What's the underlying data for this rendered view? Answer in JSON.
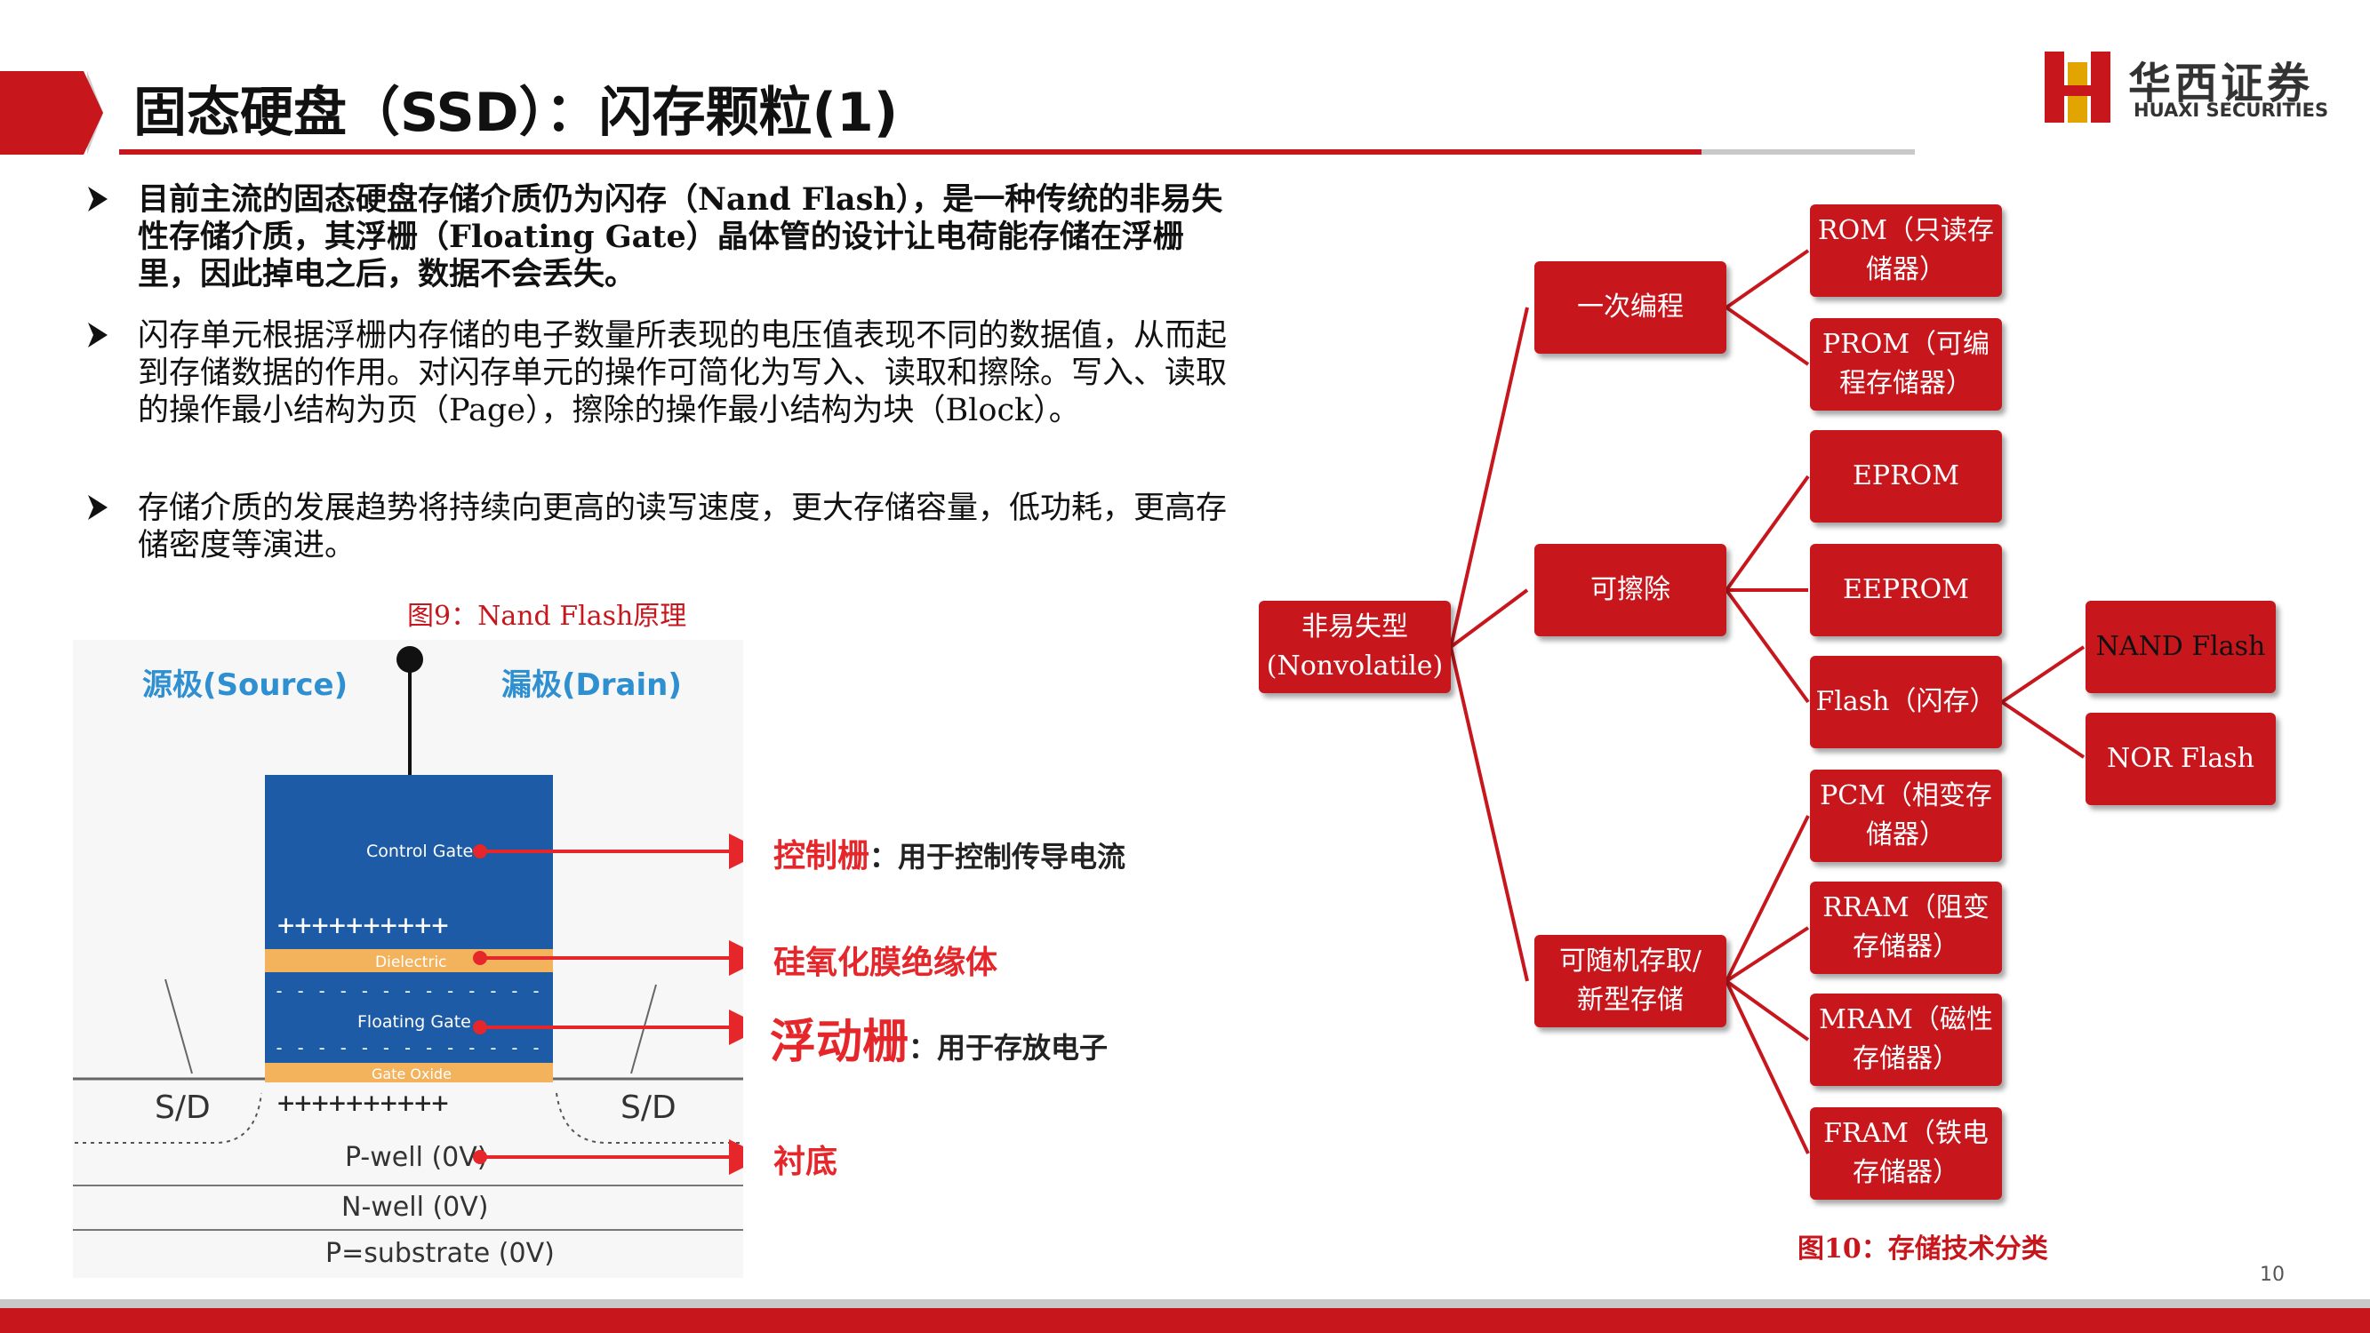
{
  "header": {
    "title": "固态硬盘（SSD）：闪存颗粒(1)",
    "logo_cn": "华西证券",
    "logo_en": "HUAXI SECURITIES"
  },
  "bullets": [
    "目前主流的固态硬盘存储介质仍为闪存（Nand Flash），是一种传统的非易失性存储介质，其浮栅（Floating Gate）晶体管的设计让电荷能存储在浮栅里，因此掉电之后，数据不会丢失。",
    "闪存单元根据浮栅内存储的电子数量所表现的电压值表现不同的数据值，从而起到存储数据的作用。对闪存单元的操作可简化为写入、读取和擦除。写入、读取的操作最小结构为页（Page），擦除的操作最小结构为块（Block）。",
    "存储介质的发展趋势将持续向更高的读写速度，更大存储容量，低功耗，更高存储密度等演进。"
  ],
  "figure9": {
    "caption": "图9：Nand Flash原理",
    "source_label": "源极(Source)",
    "drain_label": "漏极(Drain)",
    "control_gate": "Control Gate",
    "dielectric": "Dielectric",
    "floating_gate": "Floating Gate",
    "gate_oxide": "Gate Oxide",
    "plus_row_top": "++++++++++",
    "plus_row_bottom": "++++++++++",
    "sd_left": "S/D",
    "sd_right": "S/D",
    "pwell": "P-well (0V)",
    "nwell": "N-well (0V)",
    "substrate": "P=substrate (0V)",
    "ann_control": "控制栅",
    "ann_control_desc": "：用于控制传导电流",
    "ann_dielectric": "硅氧化膜绝缘体",
    "ann_floating": "浮动栅",
    "ann_floating_desc": "：用于存放电子",
    "ann_substrate": "衬底"
  },
  "figure10": {
    "caption": "图10：存储技术分类",
    "root": "非易失型\n(Nonvolatile)",
    "level1": [
      "一次编程",
      "可擦除",
      "可随机存取/\n新型存储"
    ],
    "otp": [
      "ROM（只读存\n储器）",
      "PROM（可编\n程存储器）"
    ],
    "erasable": [
      "EPROM",
      "EEPROM",
      "Flash（闪存）"
    ],
    "flash": [
      "NAND Flash",
      "NOR Flash"
    ],
    "random": [
      "PCM（相变存\n储器）",
      "RRAM（阻变\n存储器）",
      "MRAM（磁性\n存储器）",
      "FRAM（铁电\n存储器）"
    ]
  },
  "footer": {
    "page": "10"
  },
  "colors": {
    "brand_red": "#c8161d",
    "diagram_blue": "#1d5ba6",
    "label_blue": "#2e8fd1"
  }
}
